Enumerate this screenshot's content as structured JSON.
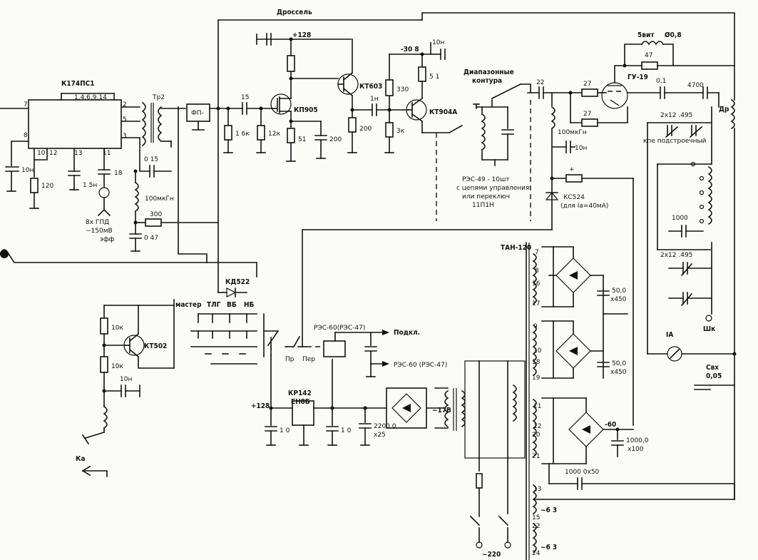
{
  "labels": {
    "ic_main": "К174ПС1",
    "ic_pins_gnd": "1,4,6,9,14",
    "pin7": "7",
    "pin2": "2",
    "pin5": "5",
    "pin3": "3",
    "pin8": "8",
    "pin10": "10",
    "pin12": "12",
    "pin13": "13",
    "pin11": "11",
    "c_10n_left": "10н",
    "r_120": "120",
    "c_15n": "1 5н",
    "c_18": "18",
    "bq": "8х ГПД",
    "bq2": "~150мВ",
    "bq3": "эфф",
    "tr2": "Тр2",
    "c_015": "0 15",
    "l_100": "100мкГн",
    "r_300": "300",
    "c_047": "0 47",
    "filter": "ФП-",
    "drossel": "Дроссель",
    "v_plus128_top": "+128",
    "c_15": "15",
    "r_16k": "1 6к",
    "r_12k": "12к",
    "q_kp905": "КП905",
    "r_51": "51",
    "c_200": "200",
    "q_kt603": "КТ603",
    "r_200": "200",
    "c_1n": "1н",
    "r_3k": "3к",
    "v_minus308": "-30 8",
    "c_10n_top": "10н",
    "r_330": "330",
    "r_51b": "5 1",
    "q_kt904a": "КТ904А",
    "contour1": "Диапазонные",
    "contour2": "контура",
    "rel_res49_1": "РЭС-49 - 10шт",
    "rel_res49_2": "с цепями управления",
    "rel_res49_3": "или переключ",
    "rel_res49_4": "11П1Н",
    "c_22": "22",
    "r_27a": "27",
    "r_27b": "27",
    "l_100b": "100мкГн",
    "c_10n_mid": "10н",
    "plus_sign": "+",
    "d_kc524": "КС524",
    "d_kc524_b": "(для Iа=40мА)",
    "coil_5turns": "5вит",
    "wire_08": "Ø0,8",
    "r_47": "47",
    "tube": "ГУ-19",
    "c_01": "0,1",
    "c_4700": "4700",
    "dr": "Др",
    "var_cap1": "2х12 .495",
    "var_cap1b": "кпе подстроечный",
    "c_1000": "1000",
    "var_cap2": "2х12 .495",
    "shk": "Шк",
    "ia": "IА",
    "cvx1": "Свх",
    "cvx2": "0,05",
    "tan120": "ТАН-120",
    "w7": "7",
    "w8": "8",
    "w16": "16",
    "w17": "17",
    "w9": "9",
    "w10": "10",
    "w18": "18",
    "w19": "19",
    "w11": "11",
    "w12": "12",
    "w20": "20",
    "w21": "21",
    "w13": "13",
    "w15": "15",
    "w22": "22",
    "w24": "24",
    "c_500_1": "50,0",
    "c_500_1b": "х450",
    "c_500_2": "50,0",
    "c_500_2b": "х450",
    "v_minus60": "-60",
    "c_1000b": "1000,0",
    "c_1000bb": "х100",
    "c_1000x50": "1000 0х50",
    "v_63a": "~6 3",
    "v_63b": "~6 3",
    "tr_mains": "~220",
    "kd522": "КД522",
    "sw_master": "мастер",
    "sw_tlg": "ТЛГ",
    "sw_vb": "ВБ",
    "sw_nb": "НБ",
    "r_10k_a": "10к",
    "r_10k_b": "10к",
    "c_10n_low": "10н",
    "q_kt502": "КТ502",
    "ka": "Ка",
    "rel_res60": "РЭС-60(РЭС-47)",
    "podkl": "Подкл.",
    "rel_res60b": "РЭС-60 (РЭС-47)",
    "pr": "Пр",
    "per": "Пер",
    "v_plus128_low": "+128",
    "reg1": "КР142",
    "reg2": "ЕН8Б",
    "c_10a": "1 0",
    "c_10b": "1 0",
    "c_2200": "2200 0",
    "c_2200b": "х25",
    "v_17": "~17В"
  },
  "colors": {
    "ink": "#111111",
    "paper": "#fbfbf8"
  }
}
